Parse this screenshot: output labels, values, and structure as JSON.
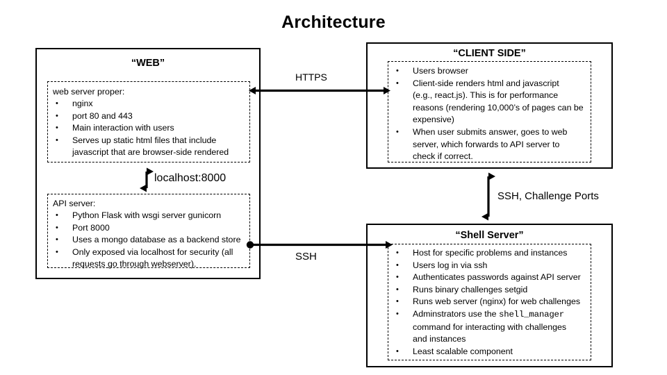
{
  "title": "Architecture",
  "boxes": {
    "web": {
      "title": "“WEB”",
      "web_server": {
        "lead": "web server proper:",
        "bullets": [
          "nginx",
          "port 80 and 443",
          "Main interaction with users",
          "Serves up static html files that include"
        ],
        "continuation": "javascript that are browser-side rendered"
      },
      "api_server": {
        "lead": "API server:",
        "bullets": [
          "Python Flask with wsgi server gunicorn",
          "Port 8000",
          "Uses a mongo database as a backend store",
          "Only exposed via localhost for security (all"
        ],
        "continuation": "requests go through webserver)."
      }
    },
    "client_side": {
      "title": "“CLIENT SIDE”",
      "bullets": [
        {
          "lines": [
            "Users browser"
          ]
        },
        {
          "lines": [
            "Client-side renders html and javascript",
            "(e.g., react.js). This is for performance",
            "reasons (rendering 10,000’s of pages can be",
            "expensive)"
          ]
        },
        {
          "lines": [
            "When user submits answer, goes to web",
            "server, which forwards to API server to",
            "check if correct."
          ]
        }
      ]
    },
    "shell_server": {
      "title": "“Shell Server”",
      "bullets": [
        {
          "lines": [
            "Host for specific problems and instances"
          ]
        },
        {
          "lines": [
            "Users log in via ssh"
          ]
        },
        {
          "lines": [
            "Authenticates passwords against API server"
          ]
        },
        {
          "lines": [
            "Runs binary challenges setgid"
          ]
        },
        {
          "lines": [
            "Runs web server (nginx) for web challenges"
          ]
        },
        {
          "lines": [
            "Adminstrators use the shell_manager",
            "command for interacting with challenges",
            "and instances"
          ],
          "mono_token": "shell_manager",
          "mono_prefix": "Adminstrators use the "
        },
        {
          "lines": [
            "Least scalable component"
          ]
        }
      ]
    }
  },
  "connectors": {
    "https": {
      "label": "HTTPS",
      "kind": "double-arrow-horizontal"
    },
    "localhost": {
      "label": "localhost:8000",
      "kind": "double-arrow-vertical"
    },
    "ssh_challenge_ports": {
      "label": "SSH, Challenge Ports",
      "kind": "double-arrow-vertical"
    },
    "ssh": {
      "label": "SSH",
      "kind": "dot-to-arrow-horizontal"
    }
  },
  "colors": {
    "stroke": "#000000",
    "background": "#ffffff"
  }
}
